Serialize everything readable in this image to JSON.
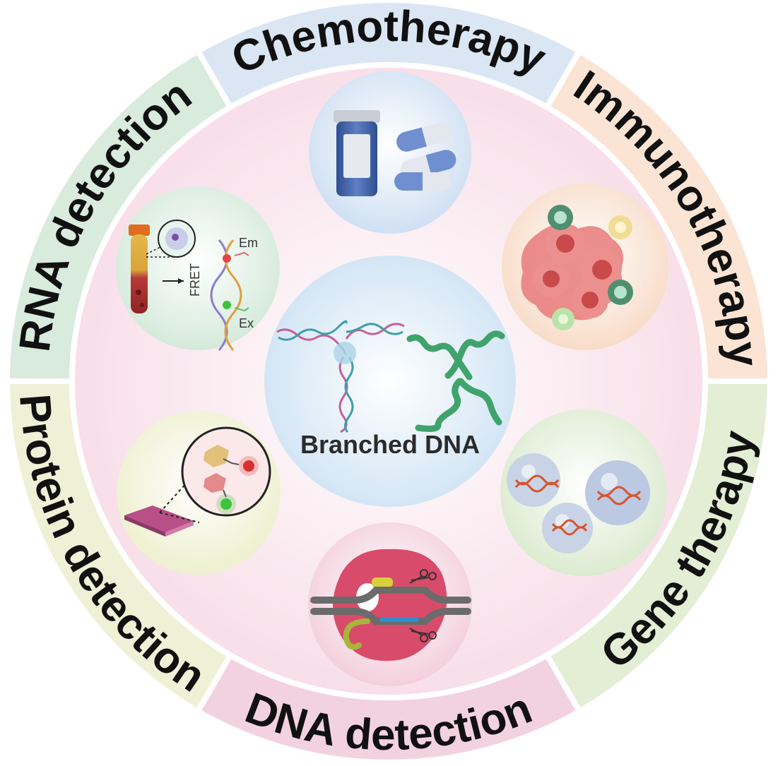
{
  "center": {
    "label": "Branched DNA"
  },
  "sectors": [
    {
      "id": "chemotherapy",
      "label": "Chemotherapy",
      "color": "#dbe6f5"
    },
    {
      "id": "immunotherapy",
      "label": "Immunotherapy",
      "color": "#fbe4d4"
    },
    {
      "id": "gene-therapy",
      "label": "Gene therapy",
      "color": "#e3eed5"
    },
    {
      "id": "dna-detection",
      "label": "DNA detection",
      "color": "#f3d2df"
    },
    {
      "id": "protein-detection",
      "label": "Protein detection",
      "color": "#eef1d6"
    },
    {
      "id": "rna-detection",
      "label": "RNA detection",
      "color": "#d8ebdd"
    }
  ],
  "rna_panel": {
    "fret": "FRET",
    "em": "Em",
    "ex": "Ex"
  },
  "colors": {
    "inner_disk": "#fbe6ee",
    "dna_magenta": "#c4609a",
    "dna_green": "#3fa36b",
    "cancer_cell": "#e86a6a",
    "pill_blue": "#6f8fd0",
    "cas_pink": "#d94b6a"
  }
}
